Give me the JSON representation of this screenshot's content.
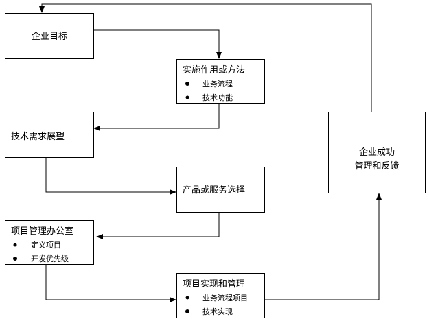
{
  "nodes": {
    "goal": {
      "title": "企业目标"
    },
    "method": {
      "title": "实施作用或方法",
      "bullets": [
        "业务流程",
        "技术功能"
      ]
    },
    "tech_outlook": {
      "title": "技术需求展望"
    },
    "product": {
      "title": "产品或服务选择"
    },
    "pmo": {
      "title": "项目管理办公室",
      "bullets": [
        "定义项目",
        "开发优先级"
      ]
    },
    "implementation": {
      "title": "项目实现和管理",
      "bullets": [
        "业务流程项目",
        "技术实现"
      ]
    },
    "success": {
      "line1": "企业成功",
      "line2": "管理和反馈"
    }
  }
}
